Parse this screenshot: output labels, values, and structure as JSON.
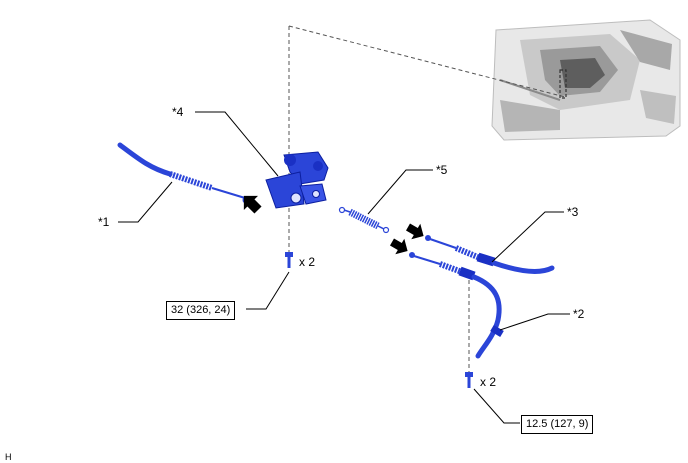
{
  "callouts": {
    "c1": "*1",
    "c2": "*2",
    "c3": "*3",
    "c4": "*4",
    "c5": "*5"
  },
  "torques": {
    "t1": "32 (326, 24)",
    "t2": "12.5 (127, 9)"
  },
  "quantities": {
    "q1": "x 2",
    "q2": "x 2"
  },
  "corner_label": "H",
  "colors": {
    "part_blue": "#2b45d8",
    "part_dark": "#0c1fa0",
    "line": "#000000",
    "inset_bg": "#e4e4e4"
  }
}
